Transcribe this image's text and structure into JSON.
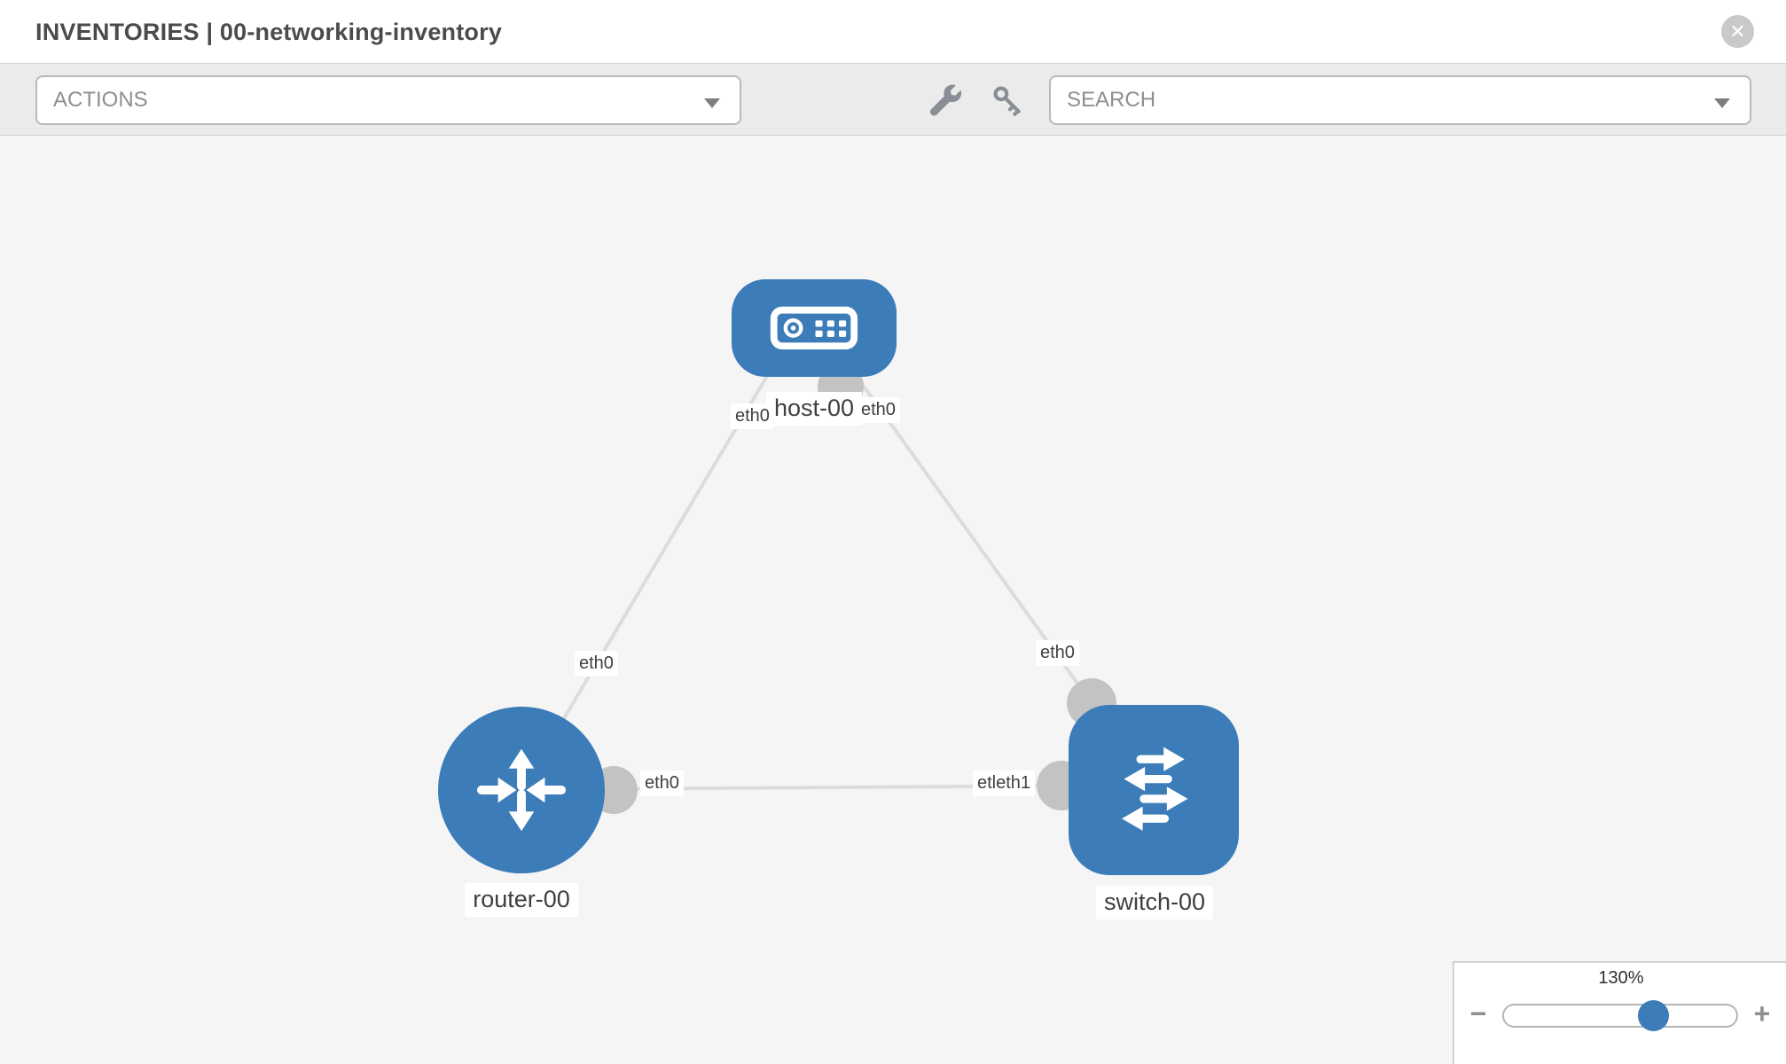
{
  "header": {
    "title": "INVENTORIES | 00-networking-inventory",
    "close_glyph": "✕"
  },
  "toolbar": {
    "actions_label": "ACTIONS",
    "search_label": "SEARCH"
  },
  "topology": {
    "nodes": [
      {
        "label": "host-00",
        "type": "host",
        "icon": "server-icon"
      },
      {
        "label": "router-00",
        "type": "router",
        "icon": "router-arrows-icon"
      },
      {
        "label": "switch-00",
        "type": "switch",
        "icon": "switch-arrows-icon"
      }
    ],
    "links": [
      {
        "from": "host-00",
        "to": "router-00"
      },
      {
        "from": "host-00",
        "to": "switch-00"
      },
      {
        "from": "router-00",
        "to": "switch-00"
      }
    ],
    "interface_chips": [
      "eth0",
      "eth0",
      "eth0",
      "eth0",
      "eth0",
      "etleth1"
    ]
  },
  "zoom_control": {
    "level": "130%",
    "minus_glyph": "−",
    "plus_glyph": "+"
  },
  "colors": {
    "node_blue": "#3b7cb9",
    "link_gray": "#dcdcdc",
    "port_gray": "#c3c3c3",
    "toolbar_bg": "#ebebeb",
    "canvas_bg": "#f5f5f5",
    "chip_text": "#3f3f3f",
    "control_gray": "#8f8f8f"
  }
}
